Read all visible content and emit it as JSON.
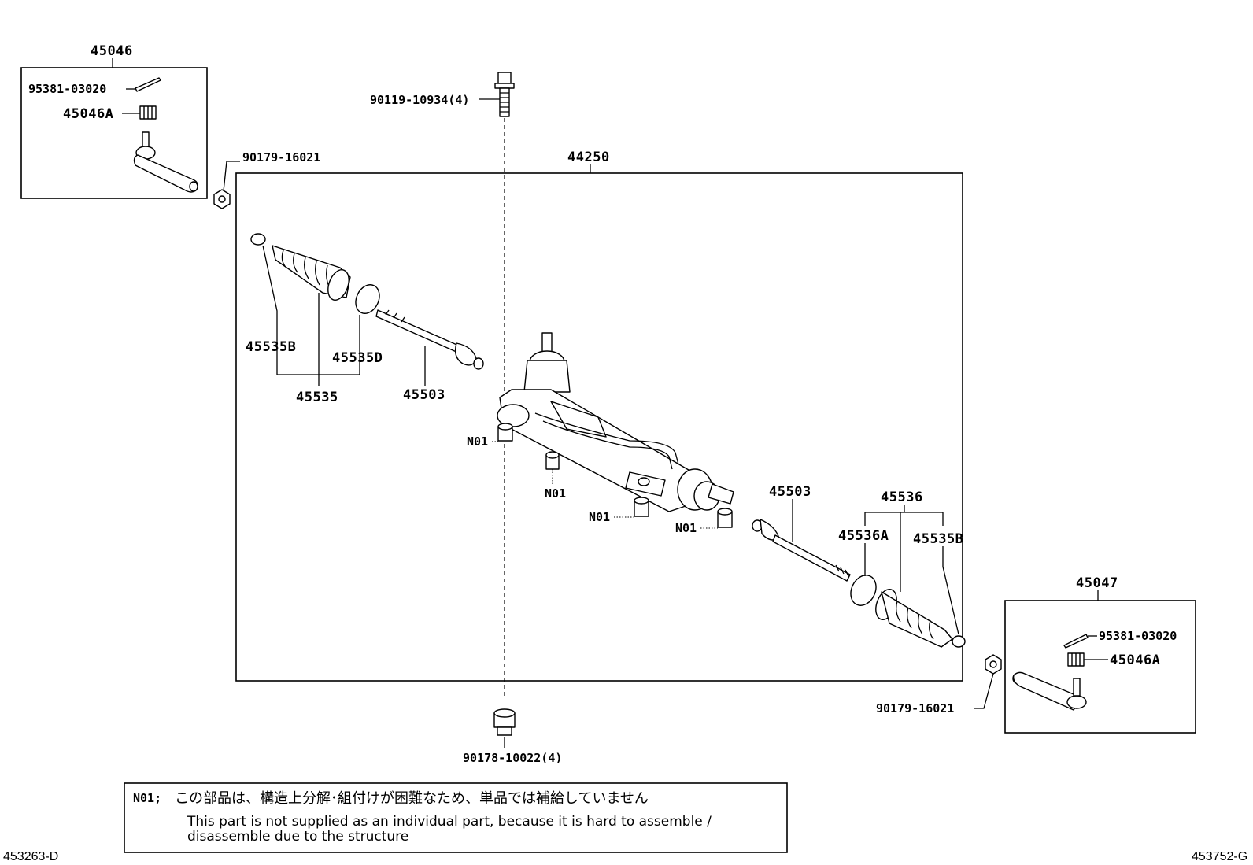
{
  "labels": {
    "end_l_assy": "45046",
    "pin_l": "95381-03020",
    "nut_l": "45046A",
    "bolt": "90119-10934(4)",
    "nut_l2": "90179-16021",
    "gear_assy": "44250",
    "boot_clip_l": "45535B",
    "boot_clamp_l": "45535D",
    "boot_set_l": "45535",
    "rod_l": "45503",
    "n01_a": "N01",
    "n01_b": "N01",
    "n01_c": "N01",
    "n01_d": "N01",
    "rod_r": "45503",
    "boot_set_r": "45536",
    "boot_clamp_r": "45536A",
    "boot_clip_r": "45535B",
    "end_r_assy": "45047",
    "pin_r": "95381-03020",
    "nut_r": "45046A",
    "nut_r2": "90179-16021",
    "bushing": "90178-10022(4)"
  },
  "note": {
    "code": "N01;",
    "jp": "この部品は、構造上分解･組付けが困難なため、単品では補給していません",
    "en_line1": "This part is not supplied as an individual part, because it is hard to assemble /",
    "en_line2": "disassemble due to the structure"
  },
  "corner": {
    "left": "453263-D",
    "right": "453752-G"
  }
}
